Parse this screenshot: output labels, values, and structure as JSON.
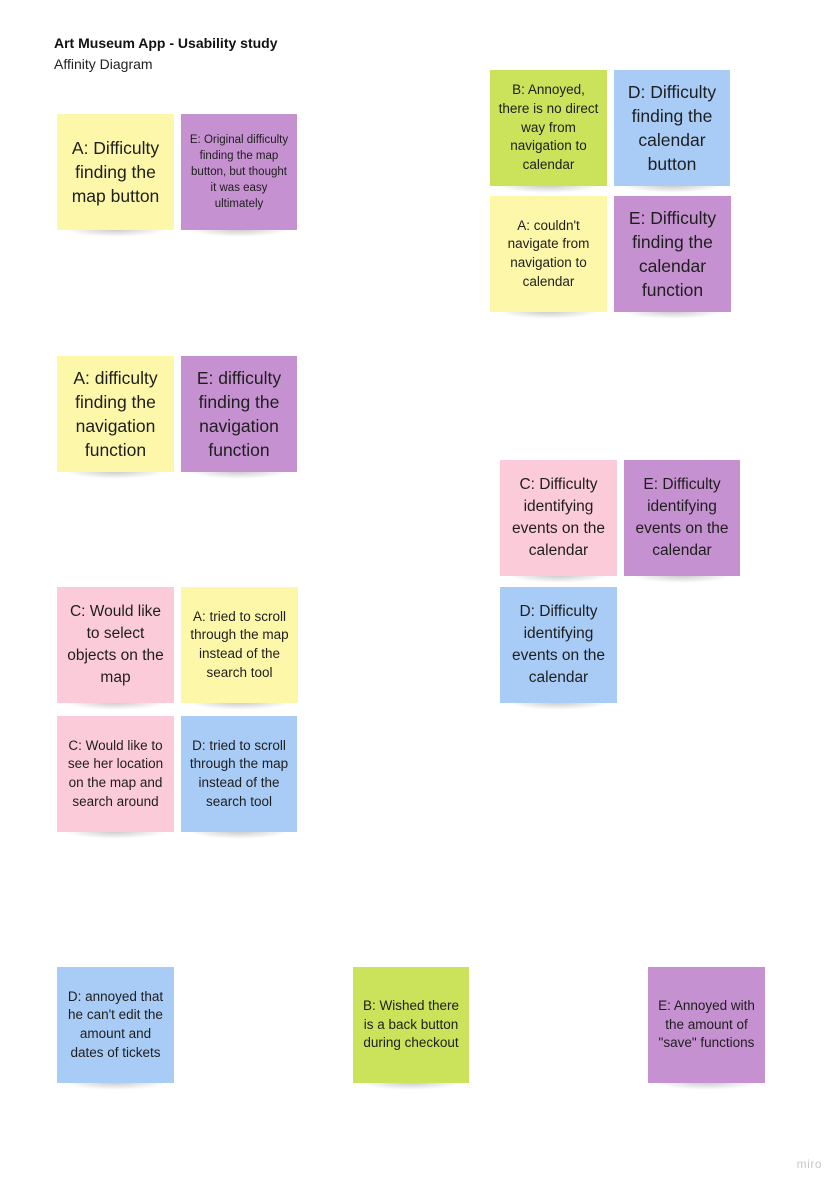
{
  "header": {
    "title": "Art Museum App - Usability study",
    "subtitle": "Affinity Diagram"
  },
  "colors": {
    "yellow": "#fdf8a9",
    "purple": "#c691d0",
    "green": "#cbe25b",
    "blue": "#a8ccf6",
    "pink": "#fccbd9"
  },
  "notes": {
    "map_button_a": "A: Difficulty finding the map button",
    "map_button_e": "E: Original difficulty finding the map button, but thought it was easy ultimately",
    "calendar_nav_b": "B: Annoyed, there is no direct way from navigation to calendar",
    "calendar_button_d": "D: Difficulty finding the calendar button",
    "calendar_nav_a": "A: couldn't navigate from navigation to calendar",
    "calendar_function_e": "E: Difficulty finding the calendar function",
    "navigation_a": "A: difficulty finding the navigation function",
    "navigation_e": "E: difficulty finding the navigation function",
    "events_c": "C: Difficulty identifying events on the calendar",
    "events_e": "E: Difficulty identifying events on the calendar",
    "events_d": "D: Difficulty identifying events on the calendar",
    "select_objects_c": "C: Would like to select objects on the map",
    "scroll_map_a": "A: tried to scroll through the map instead of the search tool",
    "location_c": "C: Would like to see her location on the map and search around",
    "scroll_map_d": "D: tried to scroll through the map instead of the search tool",
    "tickets_d": "D: annoyed that he can't edit the amount and dates of tickets",
    "back_button_b": "B: Wished there is a back button during checkout",
    "save_functions_e": "E: Annoyed with the amount of \"save\" functions"
  },
  "footer": {
    "logo": "miro"
  }
}
